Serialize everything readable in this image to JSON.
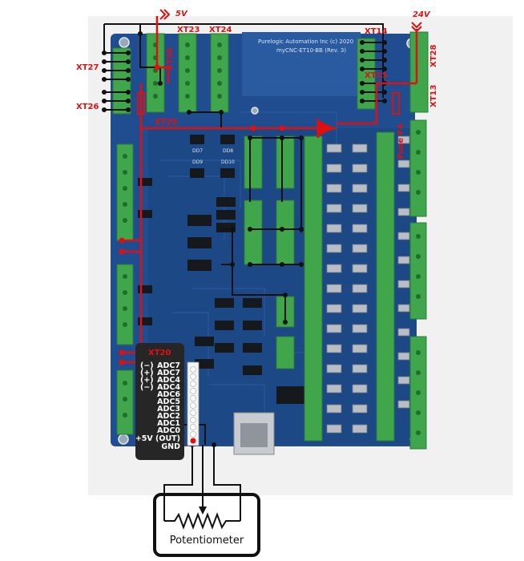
{
  "labels": {
    "xt30": "XT30",
    "xt23": "XT23",
    "xt24": "XT24",
    "xt14": "XT14",
    "xt15": "XT15",
    "xt27": "XT27",
    "xt26": "XT26",
    "xt29": "XT29",
    "xt28": "XT28",
    "xt13": "XT13",
    "xt20": "XT20",
    "fuse_f4": "Fuse F4",
    "v5": "5V",
    "v24": "24V"
  },
  "board": {
    "vendor": "Purelogic Automation Inc (c) 2020",
    "model": "myCNC-ET10-BB (Rev. 3)",
    "chips": [
      "DD7",
      "DD8",
      "DD9",
      "DD10"
    ]
  },
  "adc_panel": {
    "title": "XT20",
    "pins": [
      "ADC7",
      "ADC7",
      "ADC4",
      "ADC4",
      "ADC6",
      "ADC5",
      "ADC3",
      "ADC2",
      "ADC1",
      "ADC0",
      "+5V (OUT)",
      "GND"
    ],
    "polarity": [
      "(−)",
      "(+)",
      "(+)",
      "(−)"
    ]
  },
  "potentiometer": {
    "label": "Potentiometer"
  },
  "colors": {
    "board": "#1f4d8f",
    "board_dark": "#17396d",
    "terminal": "#3fa64c",
    "wire_red": "#e01010",
    "wire_black": "#111111",
    "panel": "#262626"
  },
  "icons": {
    "arrow": "double-chevron-arrow-icon",
    "diode": "diode-icon",
    "fuse": "fuse-icon",
    "resistor": "resistor-zigzag-icon"
  }
}
